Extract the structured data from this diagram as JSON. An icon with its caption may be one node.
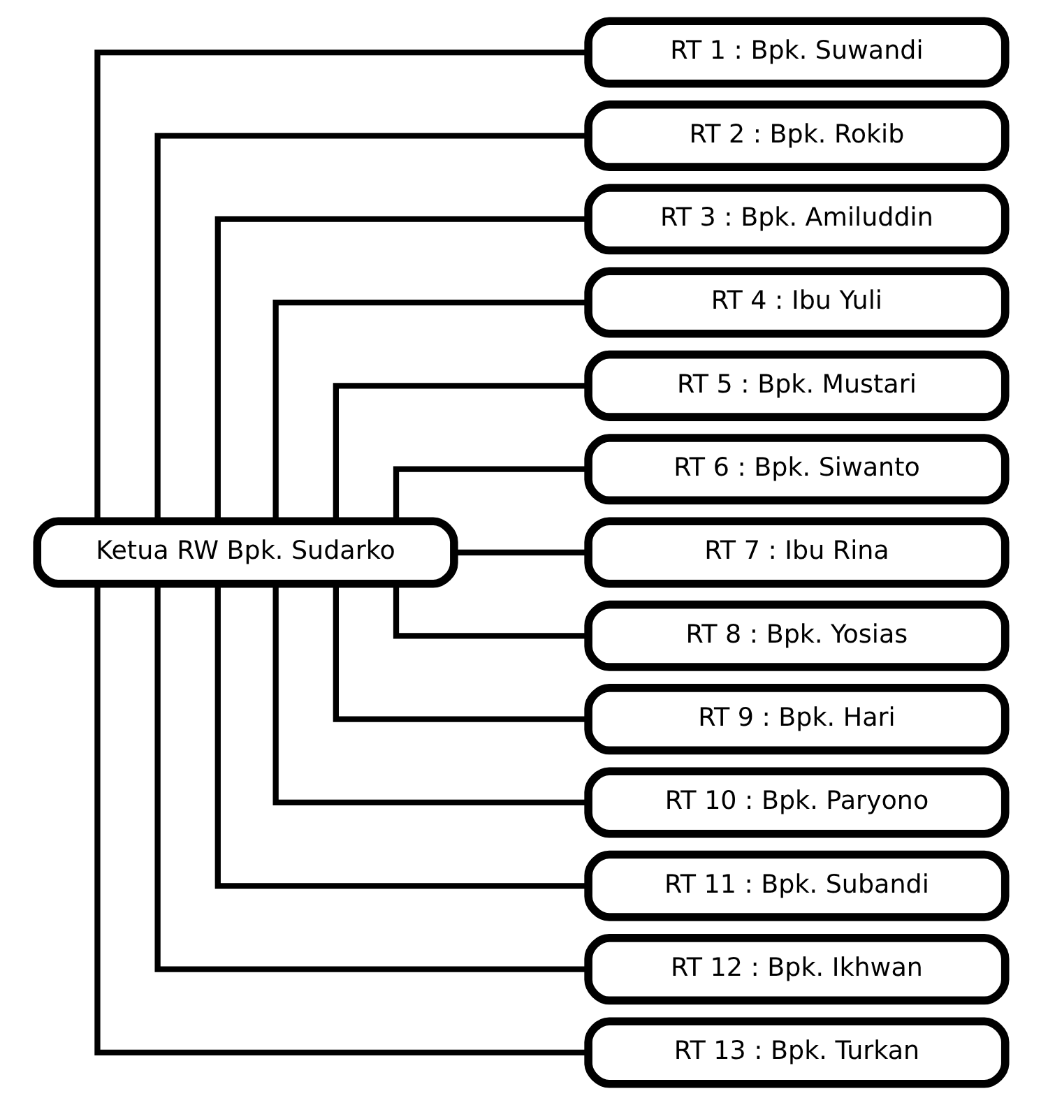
{
  "diagram": {
    "nodes": [
      {
        "text": [
          "Ketua RW Bpk. Sudarko"
        ]
      },
      {
        "text": [
          "RT 1 : Bpk. Suwandi"
        ]
      },
      {
        "text": [
          "RT 2 : Bpk. Rokib"
        ]
      },
      {
        "text": [
          "RT 3 : Bpk. Amiluddin"
        ]
      },
      {
        "text": [
          "RT 4 : Ibu Yuli"
        ]
      },
      {
        "text": [
          "RT 5 : Bpk. Mustari"
        ]
      },
      {
        "text": [
          "RT 6 : Bpk. Siwanto"
        ]
      },
      {
        "text": [
          "RT 7 : Ibu Rina"
        ]
      },
      {
        "text": [
          "RT 8 : Bpk. Yosias"
        ]
      },
      {
        "text": [
          "RT 9 : Bpk. Hari"
        ]
      },
      {
        "text": [
          "RT 10 : Bpk. Paryono"
        ]
      },
      {
        "text": [
          "RT 11 : Bpk. Subandi"
        ]
      },
      {
        "text": [
          "RT 12 : Bpk. Ikhwan"
        ]
      },
      {
        "text": [
          "RT 13 : Bpk. Turkan"
        ]
      }
    ],
    "edges": [
      {
        "from": 0,
        "to": 1,
        "arrow": "none"
      },
      {
        "from": 0,
        "to": 2,
        "arrow": "none"
      },
      {
        "from": 0,
        "to": 3,
        "arrow": "none"
      },
      {
        "from": 0,
        "to": 4,
        "arrow": "none"
      },
      {
        "from": 0,
        "to": 5,
        "arrow": "none"
      },
      {
        "from": 0,
        "to": 6,
        "arrow": "none"
      },
      {
        "from": 0,
        "to": 7,
        "arrow": "none"
      },
      {
        "from": 0,
        "to": 8,
        "arrow": "none"
      },
      {
        "from": 0,
        "to": 9,
        "arrow": "none"
      },
      {
        "from": 0,
        "to": 10,
        "arrow": "none"
      },
      {
        "from": 0,
        "to": 11,
        "arrow": "none"
      },
      {
        "from": 0,
        "to": 12,
        "arrow": "none"
      },
      {
        "from": 0,
        "to": 13,
        "arrow": "none"
      }
    ]
  }
}
